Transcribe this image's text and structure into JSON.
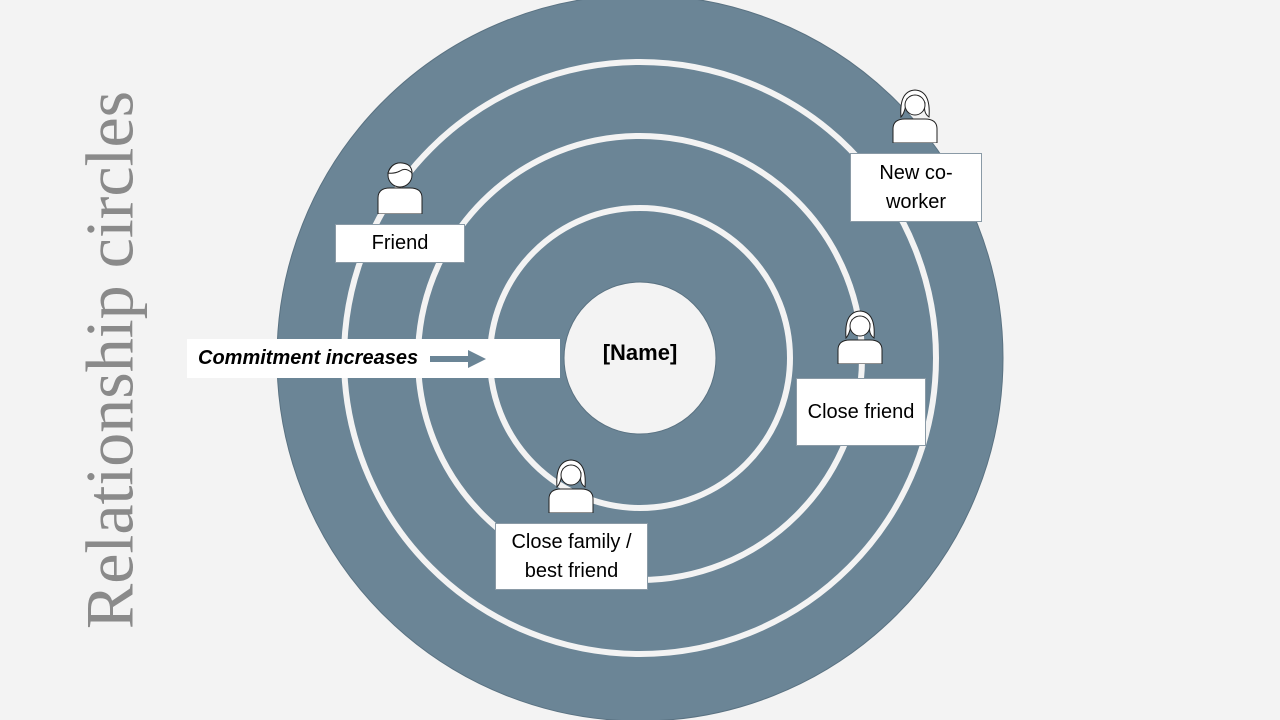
{
  "title": "Relationship circles",
  "center_label": "[Name]",
  "commitment_label": "Commitment increases",
  "people": [
    {
      "label": "Friend",
      "icon": "person-male-icon"
    },
    {
      "label": "New co-worker",
      "icon": "person-female-icon"
    },
    {
      "label": "Close friend",
      "icon": "person-female-icon"
    },
    {
      "label": "Close family / best friend",
      "icon": "person-female-icon"
    }
  ],
  "colors": {
    "ring": "#6b8596",
    "background": "#f3f3f3",
    "title": "#8a8a8a"
  }
}
